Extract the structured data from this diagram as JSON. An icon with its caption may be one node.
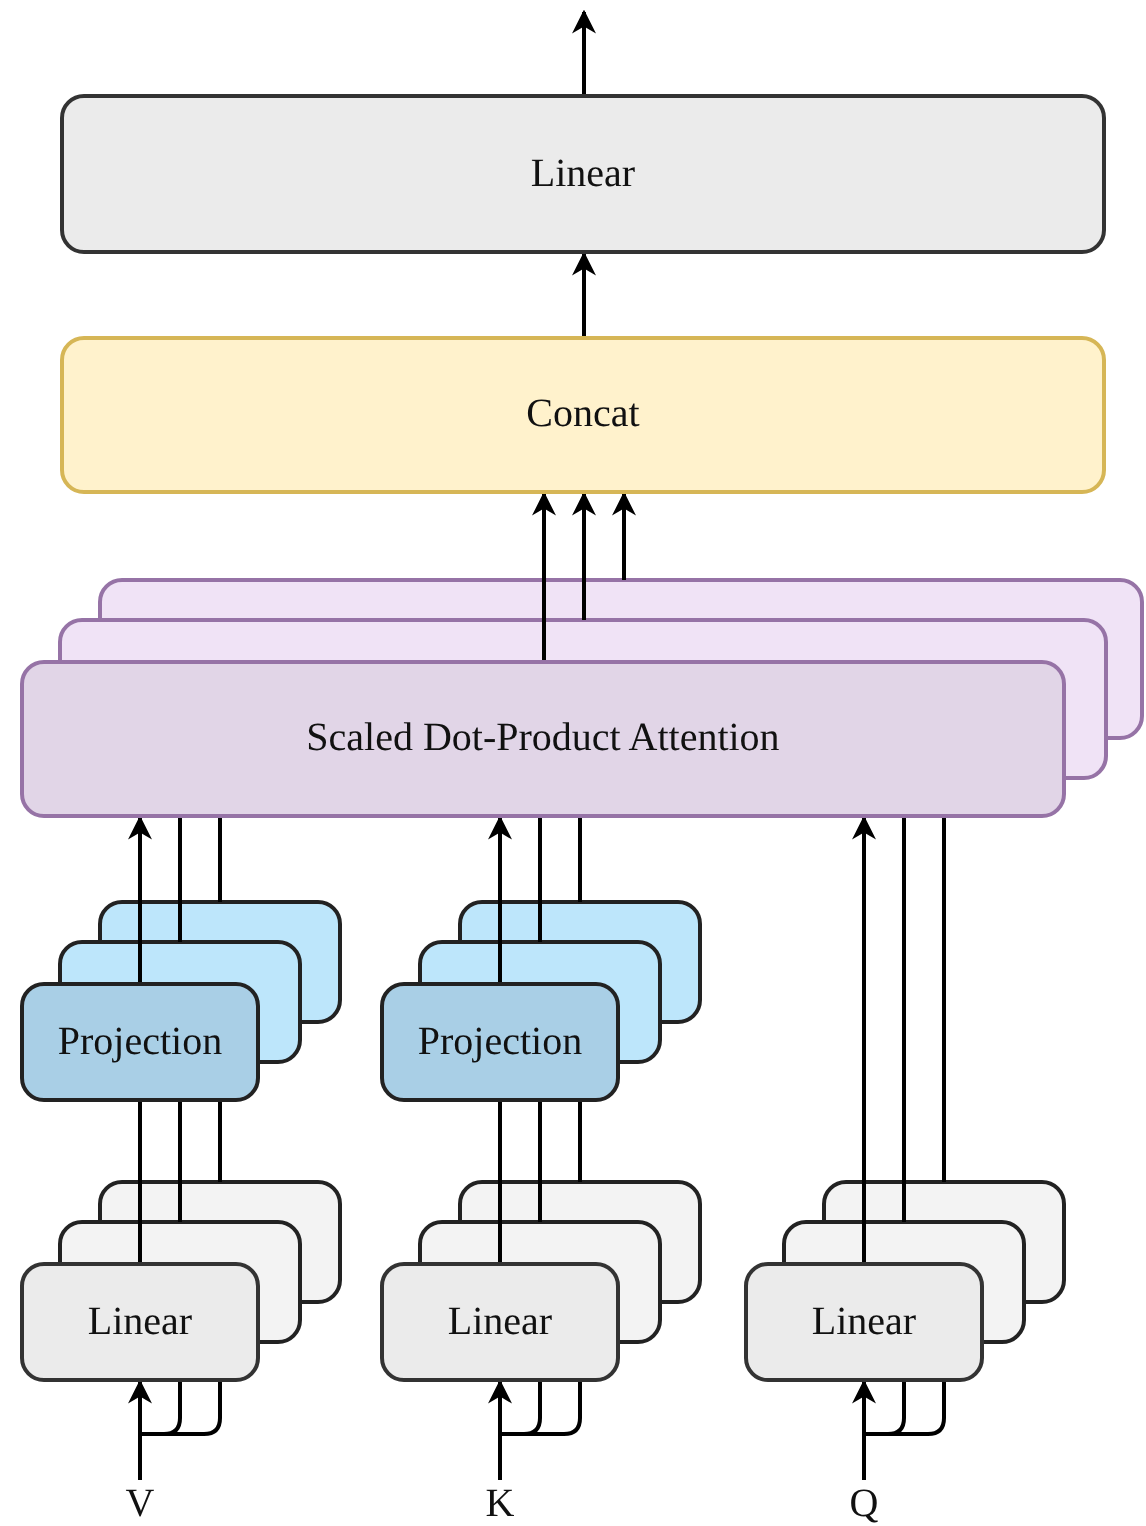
{
  "diagram": {
    "nodes": [
      {
        "text": [
          "Linear"
        ]
      },
      {
        "text": [
          "Concat"
        ]
      },
      {
        "text": [
          "Scaled Dot-Product Attention"
        ]
      },
      {
        "text": [
          "Projection"
        ]
      },
      {
        "text": [
          "Projection"
        ]
      },
      {
        "text": [
          "Linear"
        ]
      },
      {
        "text": [
          "Linear"
        ]
      },
      {
        "text": [
          "Linear"
        ]
      },
      {
        "text": [
          "V"
        ]
      },
      {
        "text": [
          "K"
        ]
      },
      {
        "text": [
          "Q"
        ]
      }
    ],
    "edges": [
      {
        "from": 0,
        "to": null,
        "arrow": "to"
      },
      {
        "from": 1,
        "to": 0,
        "arrow": "to"
      },
      {
        "from": 2,
        "to": 1,
        "arrow": "to"
      },
      {
        "from": 8,
        "to": 5,
        "arrow": "to"
      },
      {
        "from": 5,
        "to": 3,
        "arrow": "none"
      },
      {
        "from": 3,
        "to": 2,
        "arrow": "to"
      },
      {
        "from": 9,
        "to": 6,
        "arrow": "to"
      },
      {
        "from": 6,
        "to": 4,
        "arrow": "none"
      },
      {
        "from": 4,
        "to": 2,
        "arrow": "to"
      },
      {
        "from": 10,
        "to": 7,
        "arrow": "to"
      },
      {
        "from": 7,
        "to": 2,
        "arrow": "to"
      },
      {
        "from": 2,
        "to": 1,
        "arrow": "to"
      },
      {
        "from": 2,
        "to": 1,
        "arrow": "to"
      }
    ]
  }
}
